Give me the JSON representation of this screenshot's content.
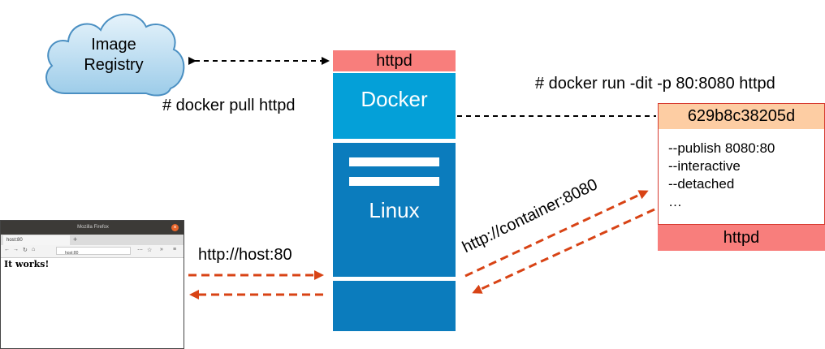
{
  "cloud": {
    "line1": "Image",
    "line2": "Registry"
  },
  "stack": {
    "app_label": "httpd",
    "docker_label": "Docker",
    "os_label": "Linux"
  },
  "commands": {
    "pull": "# docker pull httpd",
    "run": "# docker run -dit -p 80:8080 httpd"
  },
  "container": {
    "id": "629b8c38205d",
    "options": [
      "--publish 8080:80",
      "--interactive",
      "--detached",
      "…"
    ],
    "image": "httpd"
  },
  "urls": {
    "host": "http://host:80",
    "container": "http://container:8080"
  },
  "browser": {
    "window_title": "Mozilla Firefox",
    "tab_label": "host:80",
    "address": "host:80",
    "page_text": "It works!"
  },
  "colors": {
    "docker_blue": "#04a0d8",
    "linux_blue": "#0b7cbd",
    "httpd_red": "#f87e7c",
    "container_header": "#fdcda3",
    "arrow_orange": "#d84315"
  },
  "icons": [
    "cloud-icon",
    "close-icon",
    "back-icon",
    "forward-icon",
    "reload-icon",
    "home-icon",
    "menu-icon"
  ]
}
